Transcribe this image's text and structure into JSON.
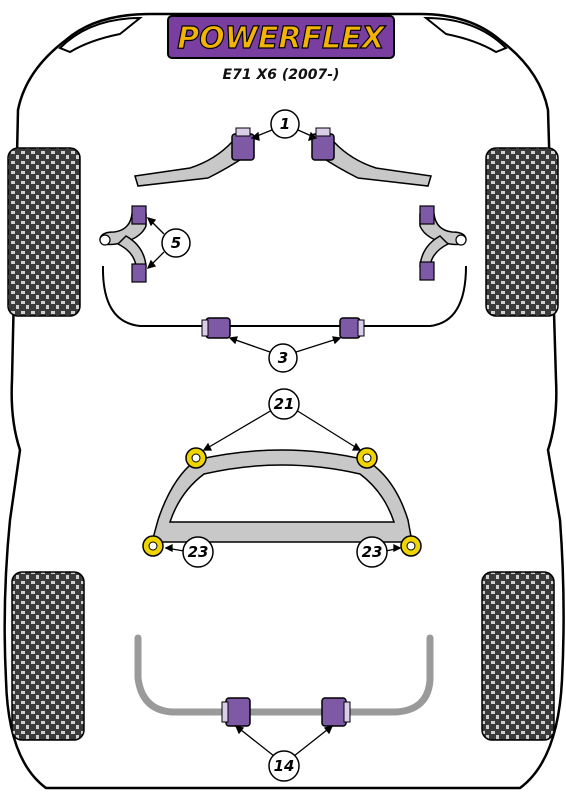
{
  "brand": {
    "name": "POWERFLEX",
    "colors": {
      "logo_fill": "#f2b400",
      "logo_bg": "#7a3ea0",
      "logo_outline": "#000000"
    }
  },
  "vehicle": {
    "model": "E71 X6 (2007-)"
  },
  "colors": {
    "body_outline": "#000000",
    "suspension_part": "#c8c8c8",
    "bush_purple": "#7e5aa6",
    "bush_light": "#d9cdea",
    "bush_yellow": "#f0d400",
    "tyre_dark": "#3a3a3a",
    "tyre_light": "#cfcfcf"
  },
  "callouts": [
    {
      "id": "front-wishbone-bush",
      "label": "1"
    },
    {
      "id": "front-arb-bush",
      "label": "3"
    },
    {
      "id": "front-upper-arm-bush",
      "label": "5"
    },
    {
      "id": "rear-subframe-bush",
      "label": "21"
    },
    {
      "id": "rear-subframe-left-bush",
      "label": "23"
    },
    {
      "id": "rear-subframe-right-bush",
      "label": "23"
    },
    {
      "id": "rear-arb-bush",
      "label": "14"
    }
  ]
}
